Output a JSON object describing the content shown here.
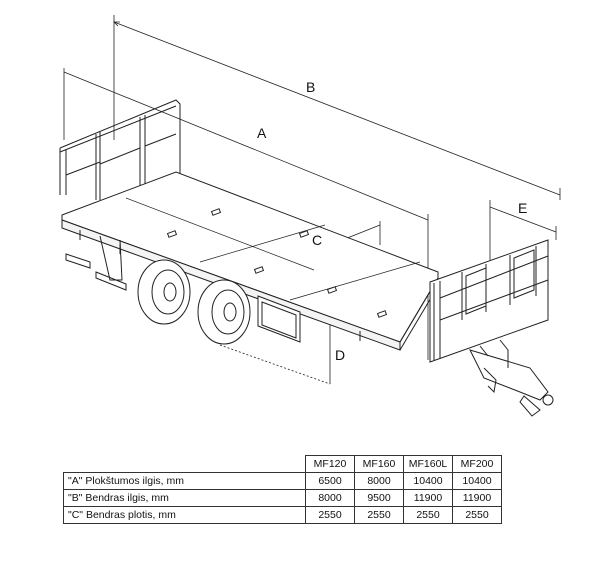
{
  "dimensions": {
    "a": "A",
    "b": "B",
    "c": "C",
    "d": "D",
    "e": "E"
  },
  "table": {
    "columns": [
      "MF120",
      "MF160",
      "MF160L",
      "MF200"
    ],
    "rows": [
      {
        "label": "\"A\" Plokštumos ilgis, mm",
        "values": [
          "6500",
          "8000",
          "10400",
          "10400"
        ]
      },
      {
        "label": "\"B\" Bendras ilgis, mm",
        "values": [
          "8000",
          "9500",
          "11900",
          "11900"
        ]
      },
      {
        "label": "\"C\" Bendras plotis, mm",
        "values": [
          "2550",
          "2550",
          "2550",
          "2550"
        ]
      }
    ]
  }
}
